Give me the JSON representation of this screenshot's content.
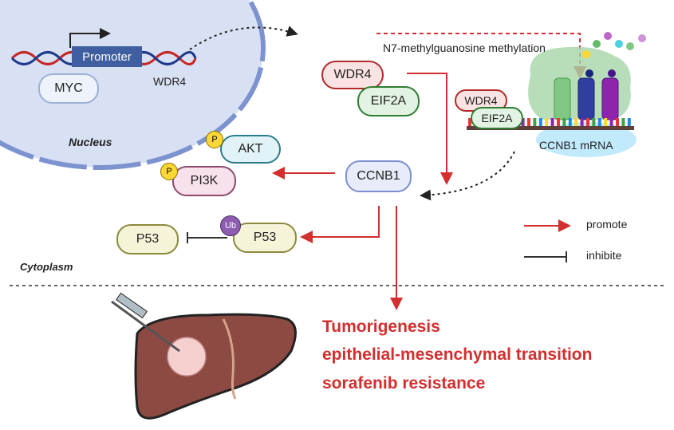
{
  "nucleus": {
    "label": "Nucleus",
    "promoter": "Promoter",
    "myc": "MYC",
    "gene": "WDR4"
  },
  "complex_main": {
    "wdr4": "WDR4",
    "eif2a": "EIF2A"
  },
  "complex_ribosome": {
    "wdr4": "WDR4",
    "eif2a": "EIF2A",
    "mrna": "CCNB1 mRNA"
  },
  "methylation_label": "N7-methylguanosine methylation",
  "ccnb1": "CCNB1",
  "akt": {
    "label": "AKT",
    "badge": "P"
  },
  "pi3k": {
    "label": "PI3K",
    "badge": "P"
  },
  "p53_ub": {
    "label": "P53",
    "badge": "Ub"
  },
  "p53": "P53",
  "cytoplasm_label": "Cytoplasm",
  "legend": {
    "promote": "promote",
    "inhibite": "inhibite"
  },
  "outcomes": [
    "Tumorigenesis",
    "epithelial-mesenchymal transition",
    "sorafenib resistance"
  ],
  "colors": {
    "promote_arrow": "#d32f2f",
    "inhibit_line": "#333333",
    "nucleus_fill": "#d8e1f3",
    "nucleus_border": "#7d93cf",
    "outcome_text": "#d32f2f"
  }
}
